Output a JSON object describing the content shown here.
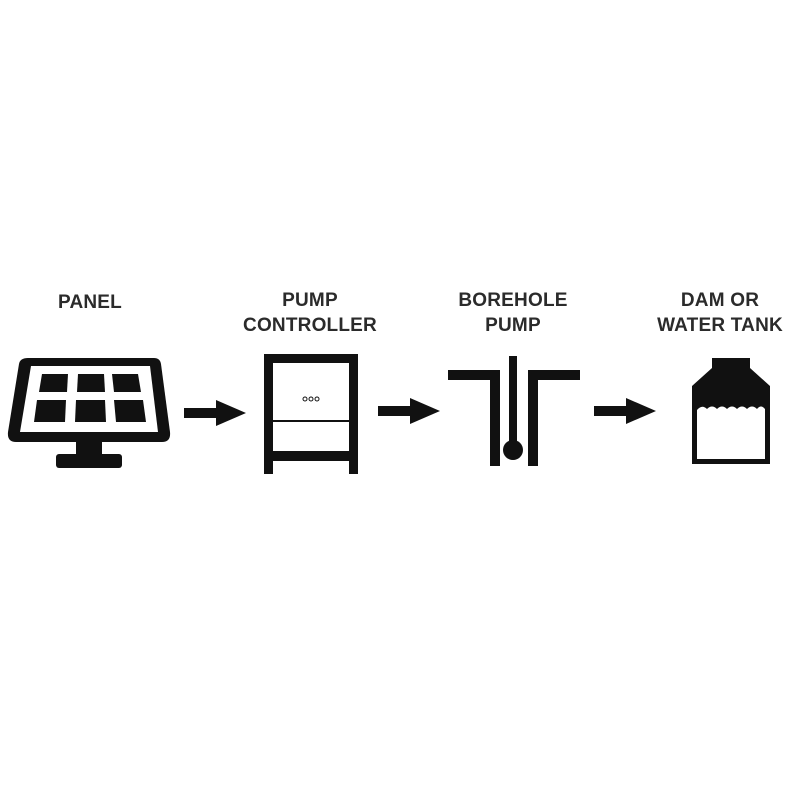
{
  "diagram": {
    "steps": [
      {
        "id": "panel",
        "lines": [
          "PANEL"
        ],
        "icon": "solar-panel-icon"
      },
      {
        "id": "controller",
        "lines": [
          "PUMP",
          "CONTROLLER"
        ],
        "icon": "pump-controller-icon"
      },
      {
        "id": "borehole",
        "lines": [
          "BOREHOLE",
          "PUMP"
        ],
        "icon": "borehole-pump-icon"
      },
      {
        "id": "tank",
        "lines": [
          "DAM OR",
          "WATER TANK"
        ],
        "icon": "water-tank-icon"
      }
    ],
    "arrows": [
      "right-arrow-icon",
      "right-arrow-icon",
      "right-arrow-icon"
    ],
    "colors": {
      "icon": "#111111",
      "text": "#2b2b2b",
      "background": "#ffffff"
    }
  }
}
